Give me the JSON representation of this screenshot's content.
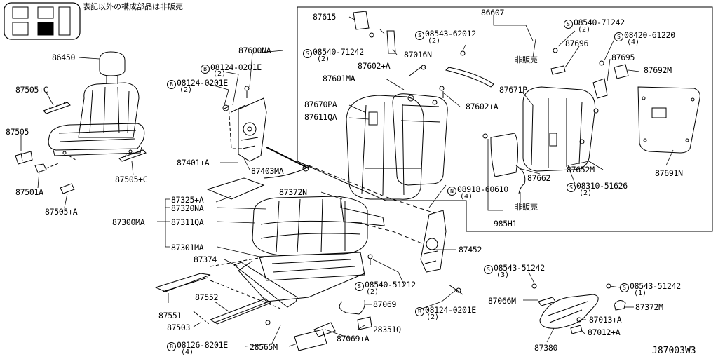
{
  "header_note": "表記以外の構成部品は非販売",
  "diagram_code": "J87003W3",
  "not_sold_label": "非販売",
  "not_sold_label_2": "非販売",
  "labels": {
    "p86450": "86450",
    "p87505c_top": "87505+C",
    "p87505": "87505",
    "p87501a": "87501A",
    "p87505a": "87505+A",
    "p87505c_bottom": "87505+C",
    "p87600na": "87600NA",
    "p08124_1": "08124-0201E",
    "p08124_1_qty": "(2)",
    "p08124_2": "08124-0201E",
    "p08124_2_qty": "(2)",
    "p87401a": "87401+A",
    "p87403ma": "87403MA",
    "p87325a": "87325+A",
    "p87320na": "87320NA",
    "p87300ma": "87300MA",
    "p87311qa": "87311QA",
    "p87301ma": "87301MA",
    "p87372n": "87372N",
    "p87374": "87374",
    "p87551": "87551",
    "p87552": "87552",
    "p87503": "87503",
    "p08126": "08126-8201E",
    "p08126_qty": "(4)",
    "p28565m": "28565M",
    "p87069a": "87069+A",
    "p28351q": "28351Q",
    "p87069": "87069",
    "p08540_51212": "08540-51212",
    "p08540_51212_qty": "(2)",
    "p08124_3": "08124-0201E",
    "p08124_3_qty": "(2)",
    "p87452": "87452",
    "p87615": "87615",
    "p86607": "86607",
    "p08543_62012": "08543-62012",
    "p08543_62012_qty": "(2)",
    "p08540_71242_l": "08540-71242",
    "p08540_71242_l_qty": "(2)",
    "p87016n": "87016N",
    "p87602a_top": "87602+A",
    "p87601ma": "87601MA",
    "p87670pa": "87670PA",
    "p87611qa": "87611QA",
    "p87602a": "87602+A",
    "p87671p": "87671P",
    "p08540_71242_r": "08540-71242",
    "p08540_71242_r_qty": "(2)",
    "p08420": "08420-61220",
    "p08420_qty": "(4)",
    "p87696": "87696",
    "p87695": "87695",
    "p87692m": "87692M",
    "p87691n": "87691N",
    "p87652m": "87652M",
    "p87662": "87662",
    "p08310": "08310-51626",
    "p08310_qty": "(2)",
    "p08918": "08918-60610",
    "p08918_qty": "(4)",
    "p985h1": "985H1",
    "p08543_51242_l": "08543-51242",
    "p08543_51242_l_qty": "(3)",
    "p08543_51242_r": "08543-51242",
    "p08543_51242_r_qty": "(1)",
    "p87066m": "87066M",
    "p87372m": "87372M",
    "p87013a": "87013+A",
    "p87012a": "87012+A",
    "p87380": "87380"
  },
  "prefix": {
    "b": "B",
    "s": "S",
    "n": "N"
  }
}
